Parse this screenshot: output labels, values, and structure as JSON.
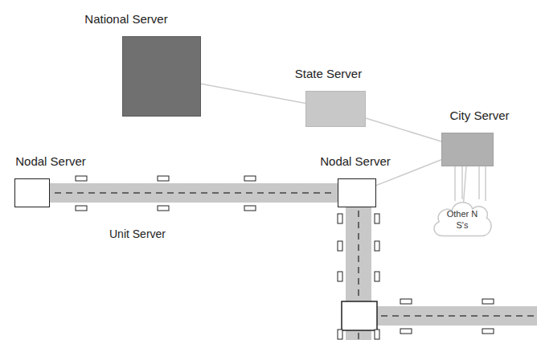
{
  "diagram": {
    "nodes": [
      {
        "text": [
          "National Server"
        ]
      },
      {
        "text": [
          "State Server"
        ]
      },
      {
        "text": [
          "City Server"
        ]
      },
      {
        "text": [
          "Nodal Server"
        ]
      },
      {
        "text": [
          "Nodal Server"
        ]
      },
      {
        "text": [
          "Other N S's"
        ]
      }
    ],
    "edges": [
      {
        "from": 0,
        "to": 1,
        "arrow": "none"
      },
      {
        "from": 1,
        "to": 2,
        "arrow": "none"
      },
      {
        "from": 2,
        "to": 4,
        "arrow": "none"
      },
      {
        "from": 2,
        "to": 5,
        "arrow": "none"
      }
    ],
    "labels": [
      "Unit Server"
    ]
  }
}
